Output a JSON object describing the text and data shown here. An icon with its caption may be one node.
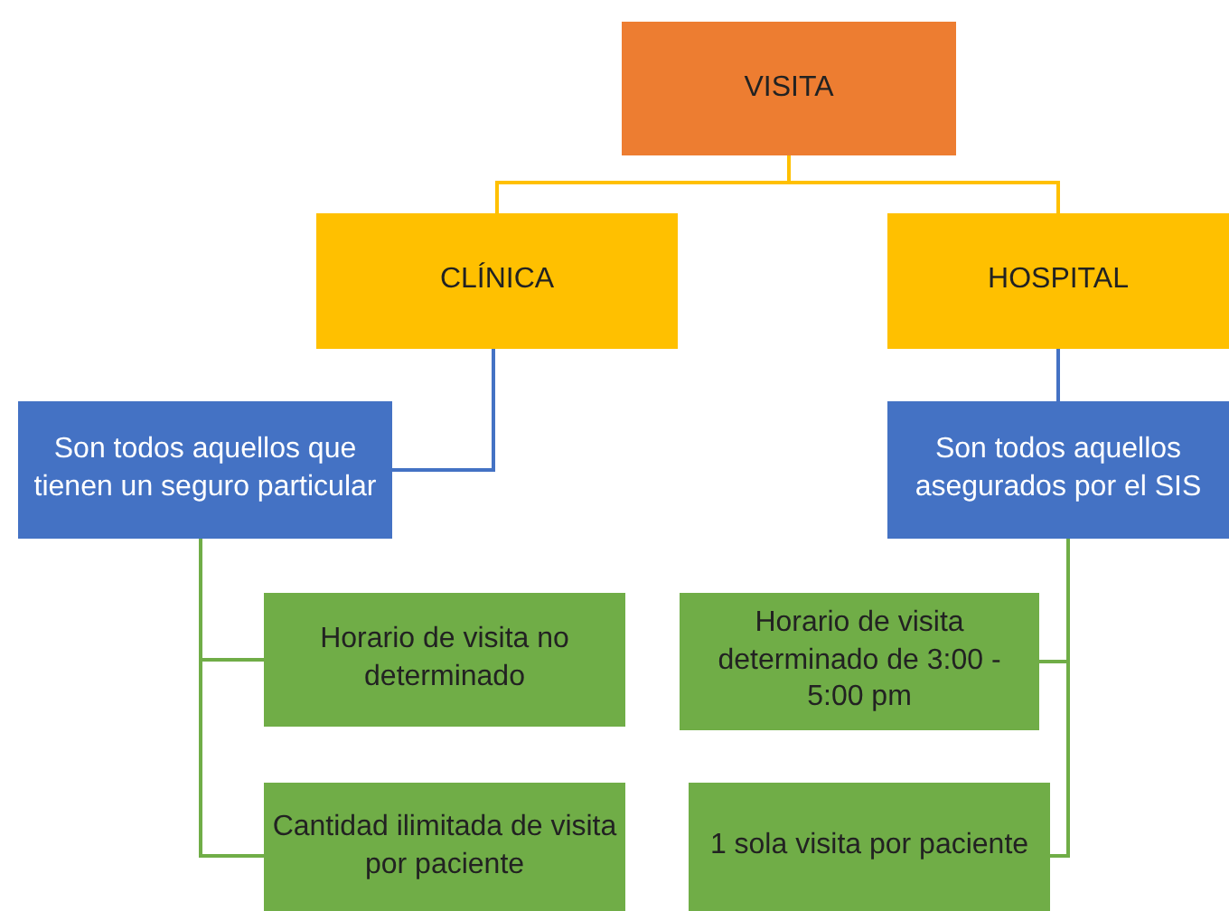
{
  "diagram": {
    "nodes": [
      {
        "text": [
          "VISITA"
        ]
      },
      {
        "text": [
          "CLÍNICA"
        ]
      },
      {
        "text": [
          "HOSPITAL"
        ]
      },
      {
        "text": [
          "Son todos aquellos que tienen un seguro particular"
        ]
      },
      {
        "text": [
          "Son todos aquellos asegurados por el SIS"
        ]
      },
      {
        "text": [
          "Horario de visita no determinado"
        ]
      },
      {
        "text": [
          "Cantidad ilimitada de visita por paciente"
        ]
      },
      {
        "text": [
          "Horario de visita determinado de 3:00 - 5:00 pm"
        ]
      },
      {
        "text": [
          "1 sola visita por paciente"
        ]
      }
    ],
    "edges": [
      {
        "from": 0,
        "to": 1,
        "arrow": "none",
        "color": "#ffc000"
      },
      {
        "from": 0,
        "to": 2,
        "arrow": "none",
        "color": "#ffc000"
      },
      {
        "from": 1,
        "to": 3,
        "arrow": "none",
        "color": "#4472c4"
      },
      {
        "from": 2,
        "to": 4,
        "arrow": "none",
        "color": "#4472c4"
      },
      {
        "from": 3,
        "to": 5,
        "arrow": "none"
      },
      {
        "from": 3,
        "to": 6,
        "arrow": "none"
      },
      {
        "from": 4,
        "to": 7,
        "arrow": "none"
      },
      {
        "from": 4,
        "to": 8,
        "arrow": "none"
      }
    ]
  }
}
